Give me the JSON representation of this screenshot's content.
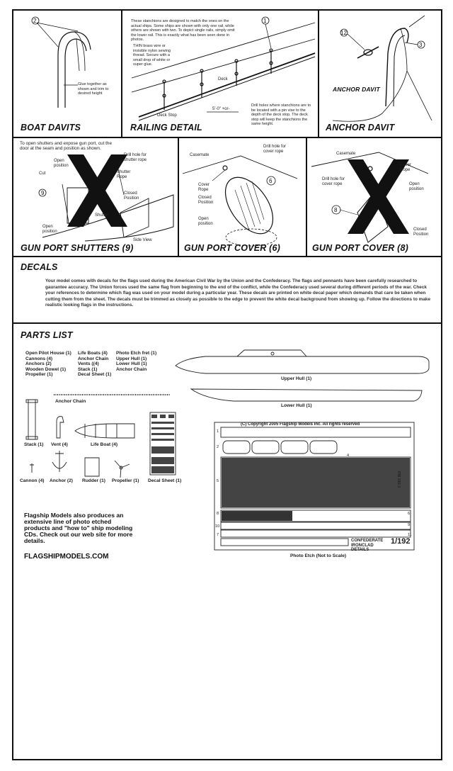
{
  "sections": {
    "boat_davits": {
      "title": "BOAT DAVITS",
      "callout_num": "2",
      "note": "Glue together as shown and trim to desired height"
    },
    "railing_detail": {
      "title": "RAILING DETAIL",
      "callout_num": "1",
      "intro": "These stanchions are designed to match the ones on the actual ships. Some ships are shown with only one rail, while others are shown with two. To depict single rails, simply omit the lower rail. This is exactly what has been seen done in photos.",
      "thin_wire": "THIN brass wire or invisible nylon sewing thread. Secure with a small drop of white or super glue.",
      "deck_label": "Deck",
      "deck_stop": "Deck Stop",
      "spacing": "5'-0\" +or-",
      "drill_note": "Drill holes where stanchions are to be located with a pin vise to the depth of the deck stop. The deck stop will keep the stanchions the same height."
    },
    "anchor_davit": {
      "title": "ANCHOR DAVIT",
      "inner_title": "ANCHOR DAVIT",
      "num_a": "12",
      "num_b": "3"
    },
    "gun_port_shutters": {
      "title": "GUN PORT SHUTTERS (9)",
      "intro": "To open shutters and expose gun port, cut the door at the seam and position as shown.",
      "labels": {
        "open_position_top": "Open position",
        "cut": "Cut",
        "drill_hole_shutter": "Drill hole for shutter rope",
        "shutter_rope": "Shutter Rope",
        "closed_position": "Closed Position",
        "shutter": "Shutter",
        "open_position_bottom": "Open position",
        "side_view": "Side View"
      },
      "num": "9"
    },
    "gun_port_cover_6": {
      "title": "GUN PORT COVER (6)",
      "labels": {
        "casemate": "Casemate",
        "drill_hole": "Drill hole for cover rope",
        "cover_rope": "Cover Rope",
        "closed_position": "Closed Position",
        "open_position": "Open position"
      },
      "num": "6"
    },
    "gun_port_cover_8": {
      "title": "GUN PORT COVER (8)",
      "labels": {
        "casemate": "Casemate",
        "cover_rope": "Cover Rope",
        "drill_hole": "Drill hole for cover rope",
        "open_position": "Open position",
        "closed_position": "Closed Position"
      },
      "num": "8"
    },
    "decals": {
      "title": "DECALS",
      "body": "Your model comes with decals for the flags used during the American Civil War by the Union and the Confederacy. The flags and pennants have been carefully researched to gaurantee accuracy. The Union forces used the same flag from beginning to the end of the conflict, while the Confederacy used several during different periods of the war. Check your references to determine which flag was used on your model during a particular year. These decals are printed on white decal paper which demands that care be taken when cutting them from the sheet. The decals must be trimmed as closely as possible to the edge to prevent the white decal background from showing up. Follow the directions to make realistic looking flags in the instructions."
    },
    "parts_list": {
      "title": "PARTS LIST",
      "col1": [
        "Open Pilot House (1)",
        "Cannons (4)",
        "Anchors (2)",
        "Wooden Dowel (1)",
        "Propeller (1)"
      ],
      "col2": [
        "Life Boats (4)",
        "Anchor Chain",
        "Vents ((4)",
        "Stack (1)",
        "Decal Sheet (1)"
      ],
      "col3": [
        "Photo Etch fret (1)",
        "Upper Hull (1)",
        "Lower Hull (1)",
        "Anchor Chain"
      ],
      "captions": {
        "upper_hull": "Upper Hull (1)",
        "lower_hull": "Lower Hull (1)",
        "anchor_chain": "Anchor Chain",
        "stack": "Stack (1)",
        "vent": "Vent (4)",
        "life_boat": "Life Boat (4)",
        "cannon": "Cannon (4)",
        "anchor": "Anchor (2)",
        "rudder": "Rudder (1)",
        "propeller": "Propeller (1)",
        "decal_sheet": "Decal Sheet (1)",
        "photo_etch": "Photo Etch (Not to Scale)"
      },
      "photo_etch": {
        "copyright": "(C) Copyright 2005 Flagship Models Inc. All rights reserved",
        "product": "CONFEDERATE IRONCLAD DETAILS",
        "scale": "1/192",
        "code": "FM 192-1",
        "row_nums": [
          "1",
          "2",
          "5",
          "8",
          "10",
          "7"
        ],
        "right_nums": [
          "4",
          "6",
          "9",
          "11"
        ]
      },
      "promo": "Flagship Models also produces an extensive line of photo etched products and \"how to\" ship modeling CDs. Check out our web site for more details.",
      "website": "FLAGSHIPMODELS.COM"
    }
  }
}
